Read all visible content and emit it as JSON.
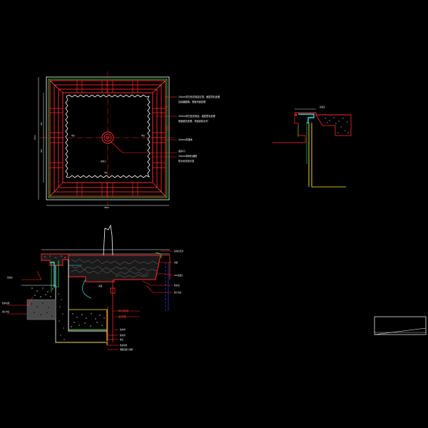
{
  "colors": {
    "background": "#000000",
    "red": "#ff2a2a",
    "green": "#33e24a",
    "white": "#ffffff",
    "yellow": "#ffee33",
    "cyan": "#27e3e3",
    "blue": "#3a4dff",
    "gray": "#8a8a8a"
  },
  "plan": {
    "dim_width": "3000",
    "dim_height": "3000",
    "dim_left_upper": "400",
    "dim_left_lower": "400",
    "center_label_left": "中心",
    "center_label_right": "中心",
    "drain_label": "溢水口",
    "axis_label": "中心",
    "notes": [
      "20mm厚白色花岗岩压顶，面层凿毛处理",
      "边缘磨圆角，表面光面处理",
      "20mm厚白色花岗岩，面层凿毛处理",
      "侧面磨光处理，背面涂防水剂",
      "20mm厚锥体",
      "溢水口",
      "20mm厚卵石铺底",
      "防水砂浆找平层"
    ]
  },
  "detail": {
    "labels": [
      "花岗岩压顶",
      "水面",
      "C20混凝土",
      "防水层",
      "素土夯实",
      "碎石垫层",
      "溢水管",
      "给水管",
      "排水管",
      "卵石",
      "防水砂浆",
      "钢筋混凝土池壁",
      "花岗岩"
    ]
  }
}
